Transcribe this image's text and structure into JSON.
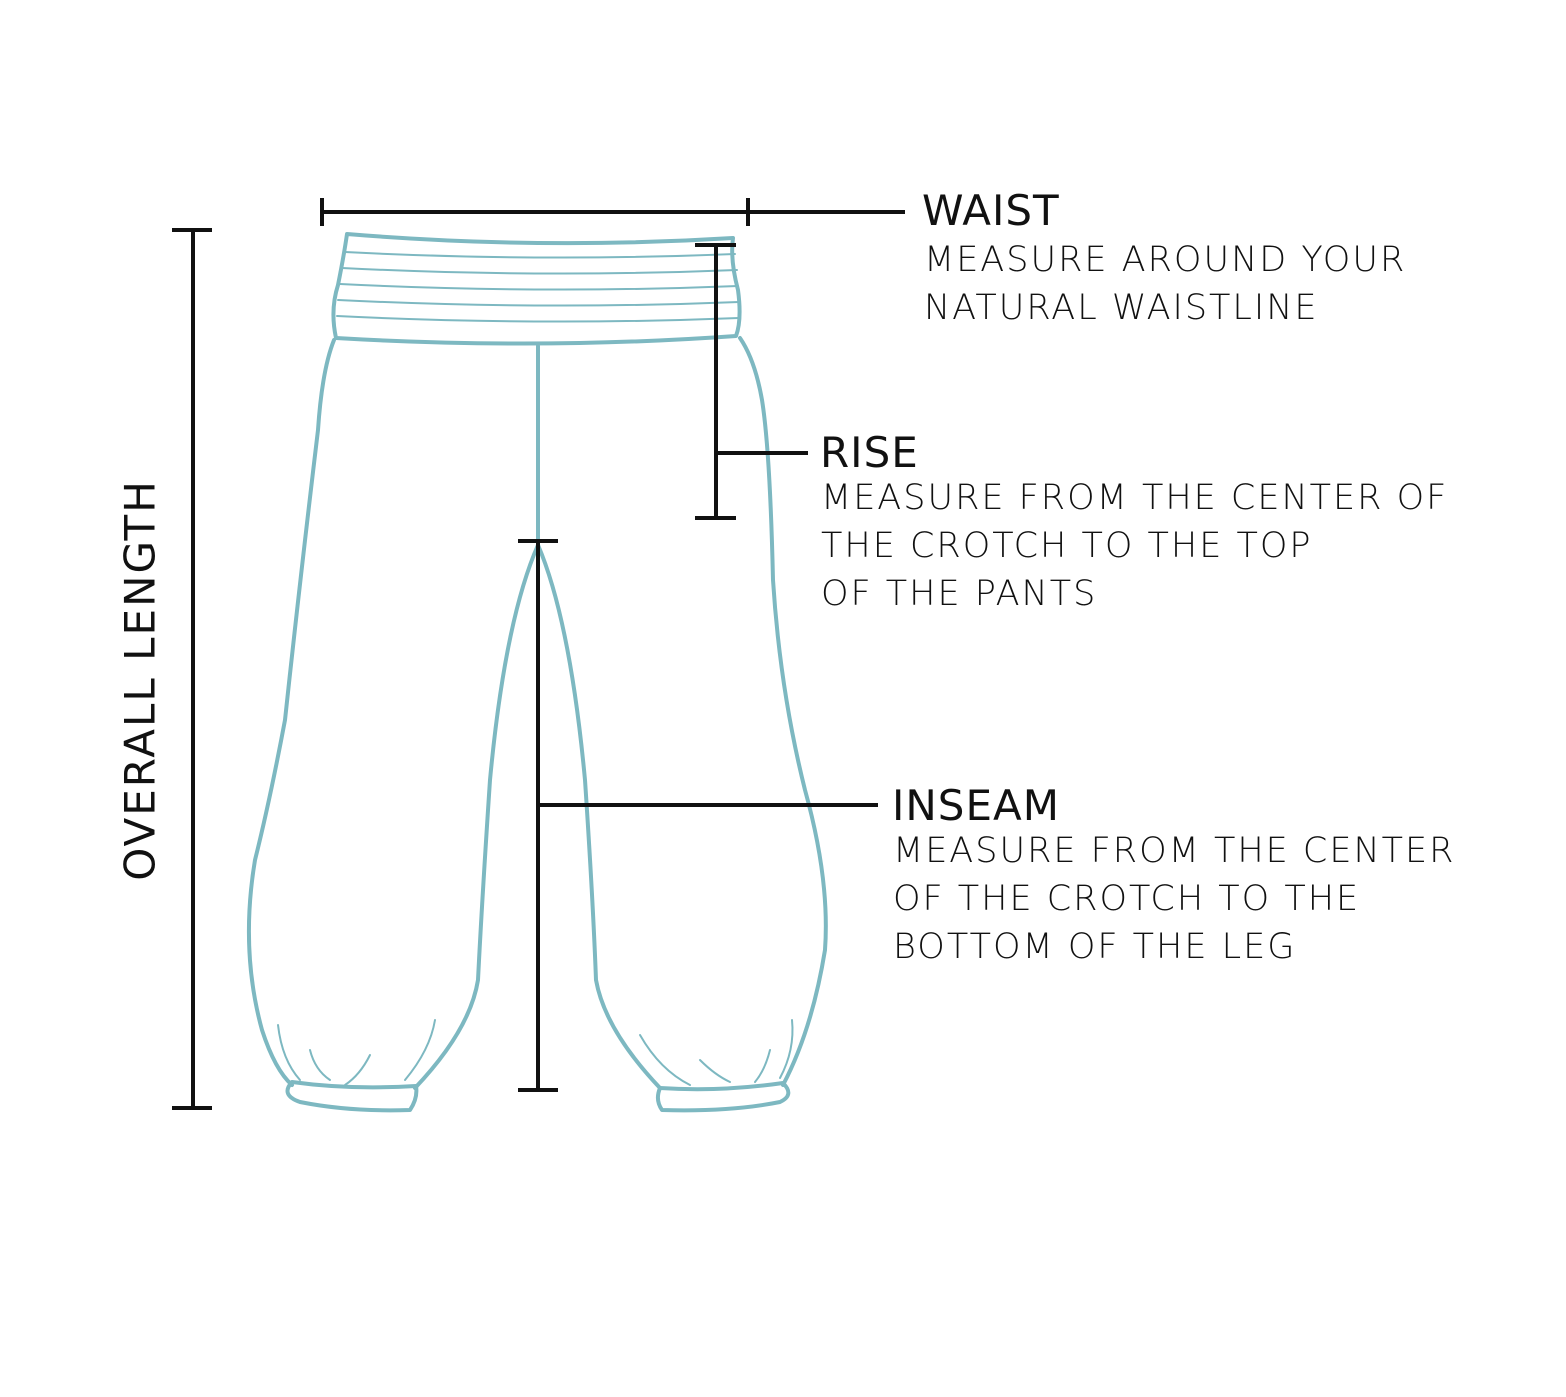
{
  "colors": {
    "garment": "#7db8c1",
    "lines": "#111111"
  },
  "overall_length": {
    "label": "OVERALL LENGTH"
  },
  "waist": {
    "label": "WAIST",
    "lines": [
      "MEASURE AROUND YOUR",
      "NATURAL WAISTLINE"
    ]
  },
  "rise": {
    "label": "RISE",
    "lines": [
      "MEASURE FROM THE CENTER OF",
      "THE CROTCH TO THE TOP",
      "OF THE PANTS"
    ]
  },
  "inseam": {
    "label": "INSEAM",
    "lines": [
      "MEASURE FROM THE CENTER",
      "OF THE CROTCH TO THE",
      "BOTTOM OF THE LEG"
    ]
  }
}
